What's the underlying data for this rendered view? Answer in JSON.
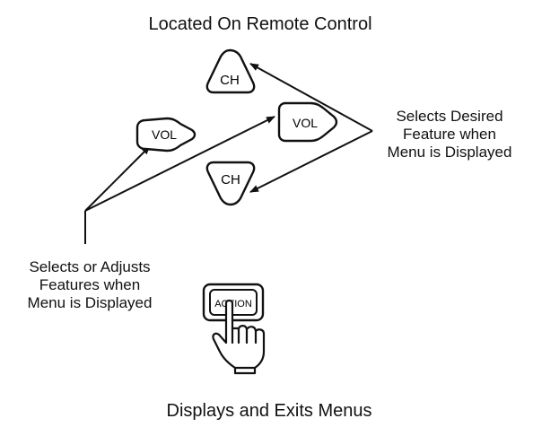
{
  "titles": {
    "top": "Located On Remote Control",
    "bottom": "Displays and Exits Menus"
  },
  "callouts": {
    "left": "Selects or Adjusts\nFeatures when\nMenu is Displayed",
    "right": "Selects Desired\nFeature when\nMenu is Displayed"
  },
  "buttons": {
    "ch_up": "CH",
    "ch_down": "CH",
    "vol_left": "VOL",
    "vol_right": "VOL",
    "action": "ACTION"
  }
}
